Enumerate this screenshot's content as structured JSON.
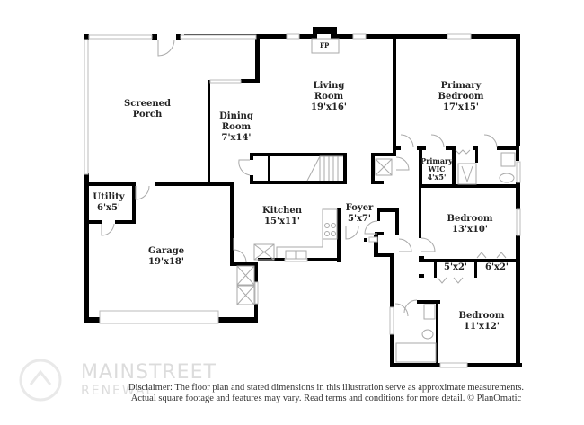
{
  "floorplan": {
    "rooms": [
      {
        "id": "screened-porch",
        "name": "Screened Porch",
        "name_line1": "Screened",
        "name_line2": "Porch",
        "dims": ""
      },
      {
        "id": "dining-room",
        "name_line1": "Dining",
        "name_line2": "Room",
        "dims": "7'x14'"
      },
      {
        "id": "living-room",
        "name_line1": "Living",
        "name_line2": "Room",
        "dims": "19'x16'"
      },
      {
        "id": "primary-bedroom",
        "name_line1": "Primary",
        "name_line2": "Bedroom",
        "dims": "17'x15'"
      },
      {
        "id": "primary-wic",
        "name_line1": "Primary",
        "name_line2": "WIC",
        "dims": "4'x5'"
      },
      {
        "id": "utility",
        "name_line1": "Utility",
        "dims": "6'x5'"
      },
      {
        "id": "kitchen",
        "name_line1": "Kitchen",
        "dims": "15'x11'"
      },
      {
        "id": "foyer",
        "name_line1": "Foyer",
        "dims": "5'x7'"
      },
      {
        "id": "bedroom-2",
        "name_line1": "Bedroom",
        "dims": "13'x10'"
      },
      {
        "id": "closet-1",
        "dims": "5'x2'"
      },
      {
        "id": "closet-2",
        "dims": "6'x2'"
      },
      {
        "id": "garage",
        "name_line1": "Garage",
        "dims": "19'x18'"
      },
      {
        "id": "bedroom-3",
        "name_line1": "Bedroom",
        "dims": "11'x12'"
      }
    ],
    "fireplace_label": "FP"
  },
  "footer": {
    "disclaimer_line1": "Disclaimer: The floor plan and stated dimensions in this illustration serve as approximate measurements.",
    "disclaimer_line2": "Actual square footage and features may vary. Read terms and conditions for more detail. © PlanOmatic"
  },
  "watermark": {
    "brand": "MAINSTREET",
    "sub": "RENEWAL"
  },
  "colors": {
    "wall": "#000000",
    "window": "#cccccc",
    "fixture": "#aaaaaa",
    "text": "#222222",
    "background": "#ffffff"
  }
}
